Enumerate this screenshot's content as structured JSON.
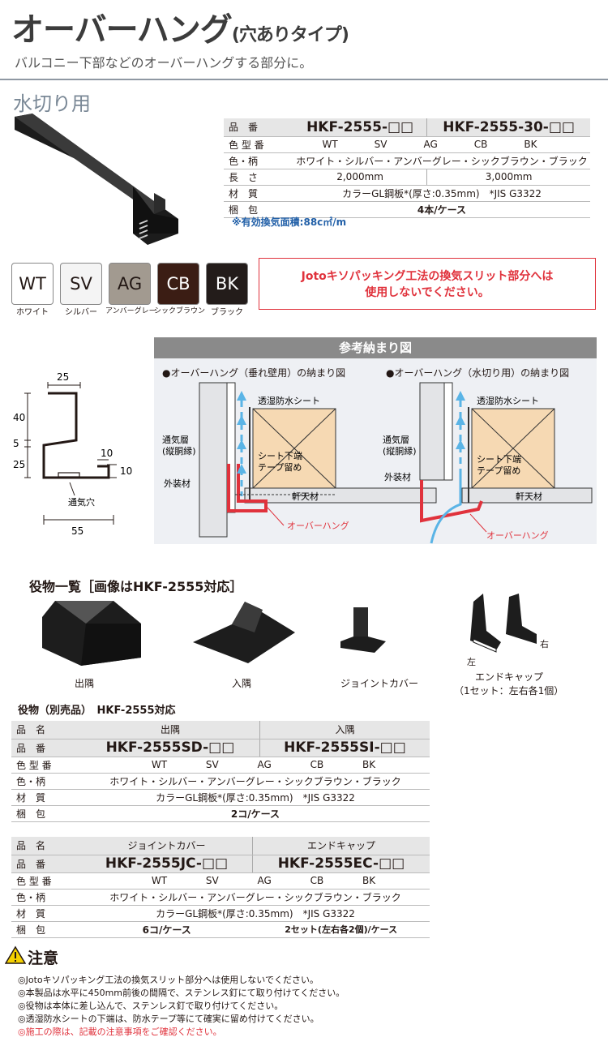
{
  "header": {
    "title": "オーバーハング",
    "title_sub": "(穴ありタイプ)",
    "subtitle": "バルコニー下部などのオーバーハングする部分に。",
    "section": "水切り用"
  },
  "main_spec": {
    "row_labels": [
      "品　番",
      "色 型 番",
      "色・柄",
      "長　さ",
      "材　質",
      "梱　包"
    ],
    "product_codes": [
      "HKF-2555-□□",
      "HKF-2555-30-□□"
    ],
    "color_codes": [
      "WT",
      "SV",
      "AG",
      "CB",
      "BK"
    ],
    "pattern": "ホワイト・シルバー・アンバーグレー・シックブラウン・ブラック",
    "lengths": [
      "2,000mm",
      "3,000mm"
    ],
    "material": "カラーGL鋼板*(厚さ:0.35mm)　*JIS G3322",
    "packing": "4本/ケース",
    "note": "※有効換気面積:88c㎡/m"
  },
  "swatches": [
    {
      "code": "WT",
      "label": "ホワイト",
      "bg": "#ffffff",
      "fg": "#231815"
    },
    {
      "code": "SV",
      "label": "シルバー",
      "bg": "#f4f4f4",
      "fg": "#231815"
    },
    {
      "code": "AG",
      "label": "アンバーグレー",
      "bg": "#a29a90",
      "fg": "#231815"
    },
    {
      "code": "CB",
      "label": "シックブラウン",
      "bg": "#3b1d14",
      "fg": "#ffffff"
    },
    {
      "code": "BK",
      "label": "ブラック",
      "bg": "#231c1a",
      "fg": "#ffffff"
    }
  ],
  "warning_box": {
    "line1": "Jotoキソパッキング工法の換気スリット部分へは",
    "line2": "使用しないでください。"
  },
  "dimensions": {
    "top": "25",
    "h40": "40",
    "h5": "5",
    "h25": "25",
    "w10": "10",
    "h10": "10",
    "hole": "通気穴",
    "bottom": "55",
    "h255": "25 5"
  },
  "reference": {
    "header": "参考納まり図",
    "left_title": "●オーバーハング（垂れ壁用）の納まり図",
    "right_title": "●オーバーハング（水切り用）の納まり図",
    "sheet": "透湿防水シート",
    "vent1": "通気層",
    "vent2": "(縦胴縁)",
    "exterior": "外装材",
    "tape1": "シート下端",
    "tape2": "テープ留め",
    "soffit": "軒天材",
    "overhang": "オーバーハング"
  },
  "accessories": {
    "title": "役物一覧［画像はHKF-2555対応］",
    "items": [
      "出隅",
      "入隅",
      "ジョイントカバー",
      "エンドキャップ"
    ],
    "endcap_sub": "（1セット：左右各1個）",
    "left": "左",
    "right": "右"
  },
  "optional": {
    "title": "役物（別売品）　HKF-2555対応",
    "row_labels": [
      "品　名",
      "品　番",
      "色 型 番",
      "色・柄",
      "材　質",
      "梱　包"
    ],
    "table1": {
      "names": [
        "出隅",
        "入隅"
      ],
      "codes": [
        "HKF-2555SD-□□",
        "HKF-2555SI-□□"
      ],
      "packing": "2コ/ケース"
    },
    "table2": {
      "names": [
        "ジョイントカバー",
        "エンドキャップ"
      ],
      "codes": [
        "HKF-2555JC-□□",
        "HKF-2555EC-□□"
      ],
      "packing_left": "6コ/ケース",
      "packing_right": "2セット(左右各2個)/ケース"
    }
  },
  "caution": {
    "title": "注意",
    "notes": [
      "◎Jotoキソパッキング工法の換気スリット部分へは使用しないでください。",
      "◎本製品は水平に450mm前後の間隔で、ステンレス釘にて取り付けてください。",
      "◎役物は本体に差し込んで、ステンレス釘で取り付けてください。",
      "◎透湿防水シートの下端は、防水テープ等にて確実に留め付けてください。",
      "◎施工の際は、記載の注意事項をご確認ください。"
    ]
  },
  "colors": {
    "red": "#e0323c",
    "blue": "#2260a8",
    "header_gray": "#8a8a8a"
  }
}
